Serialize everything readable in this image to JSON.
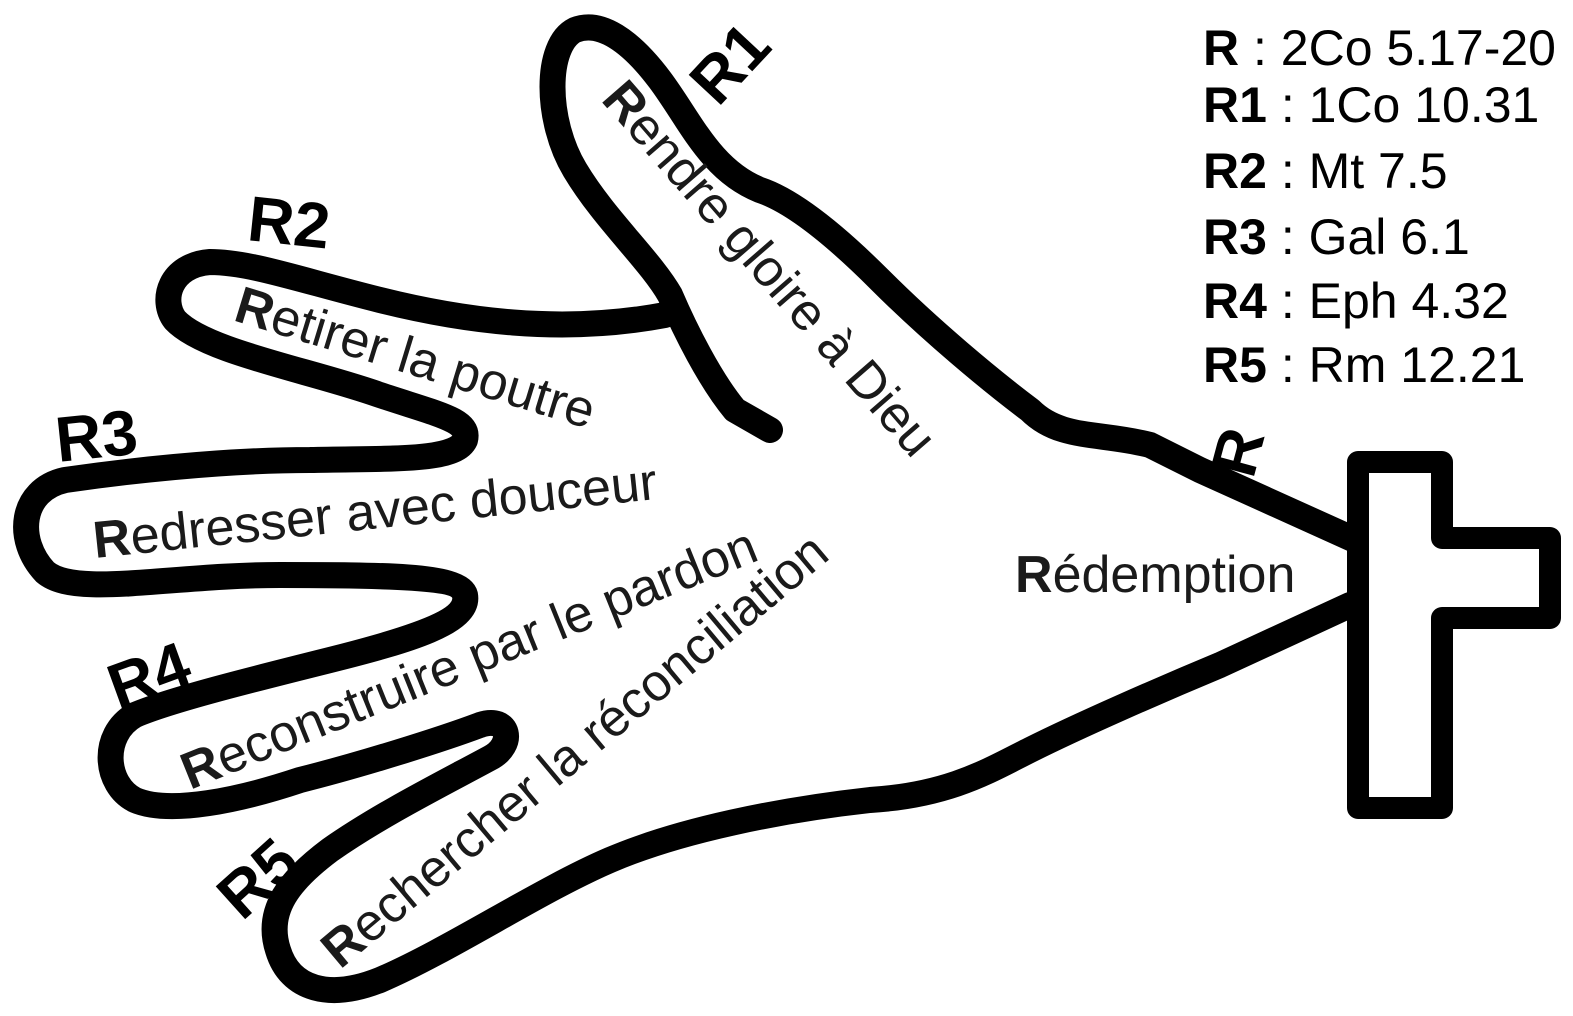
{
  "legend": [
    {
      "key": "R",
      "sep": " : ",
      "ref": "2Co 5.17-20"
    },
    {
      "key": "R1",
      "sep": " : ",
      "ref": "1Co 10.31"
    },
    {
      "key": "R2",
      "sep": " : ",
      "ref": "Mt 7.5"
    },
    {
      "key": "R3",
      "sep": " : ",
      "ref": "Gal 6.1"
    },
    {
      "key": "R4",
      "sep": " : ",
      "ref": "Eph 4.32"
    },
    {
      "key": "R5",
      "sep": " : ",
      "ref": "Rm 12.21"
    }
  ],
  "fingers": {
    "r1": {
      "tag": "R1",
      "initial": "R",
      "rest": "endre gloire à Dieu"
    },
    "r2": {
      "tag": "R2",
      "initial": "R",
      "rest": "etirer la poutre"
    },
    "r3": {
      "tag": "R3",
      "initial": "R",
      "rest": "edresser avec douceur"
    },
    "r4": {
      "tag": "R4",
      "initial": "R",
      "rest": "econstruire par le pardon"
    },
    "r5": {
      "tag": "R5",
      "initial": "R",
      "rest": "echercher la réconciliation"
    }
  },
  "wrist": {
    "tag": "R",
    "initial": "R",
    "rest": "édemption"
  },
  "colors": {
    "stroke": "#000000",
    "background": "#ffffff",
    "text": "#1a1a1a"
  }
}
